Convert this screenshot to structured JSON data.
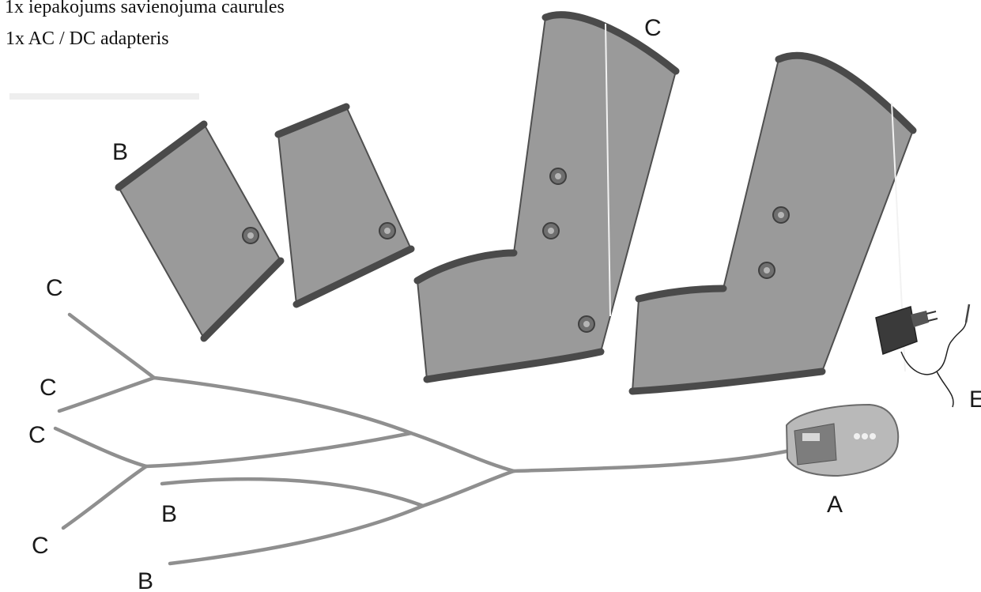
{
  "contents": [
    "- 1x iepakojums savienojuma caurules",
    "1x AC / DC adapteris"
  ],
  "labels": {
    "a": "A",
    "b": "B",
    "c": "C",
    "e": "E"
  },
  "colors": {
    "cuff_fill": "#9a9a9a",
    "cuff_edge": "#4a4a4a",
    "hose": "#8f8f8f",
    "controller": "#b9b9b9",
    "background": "#ffffff"
  }
}
